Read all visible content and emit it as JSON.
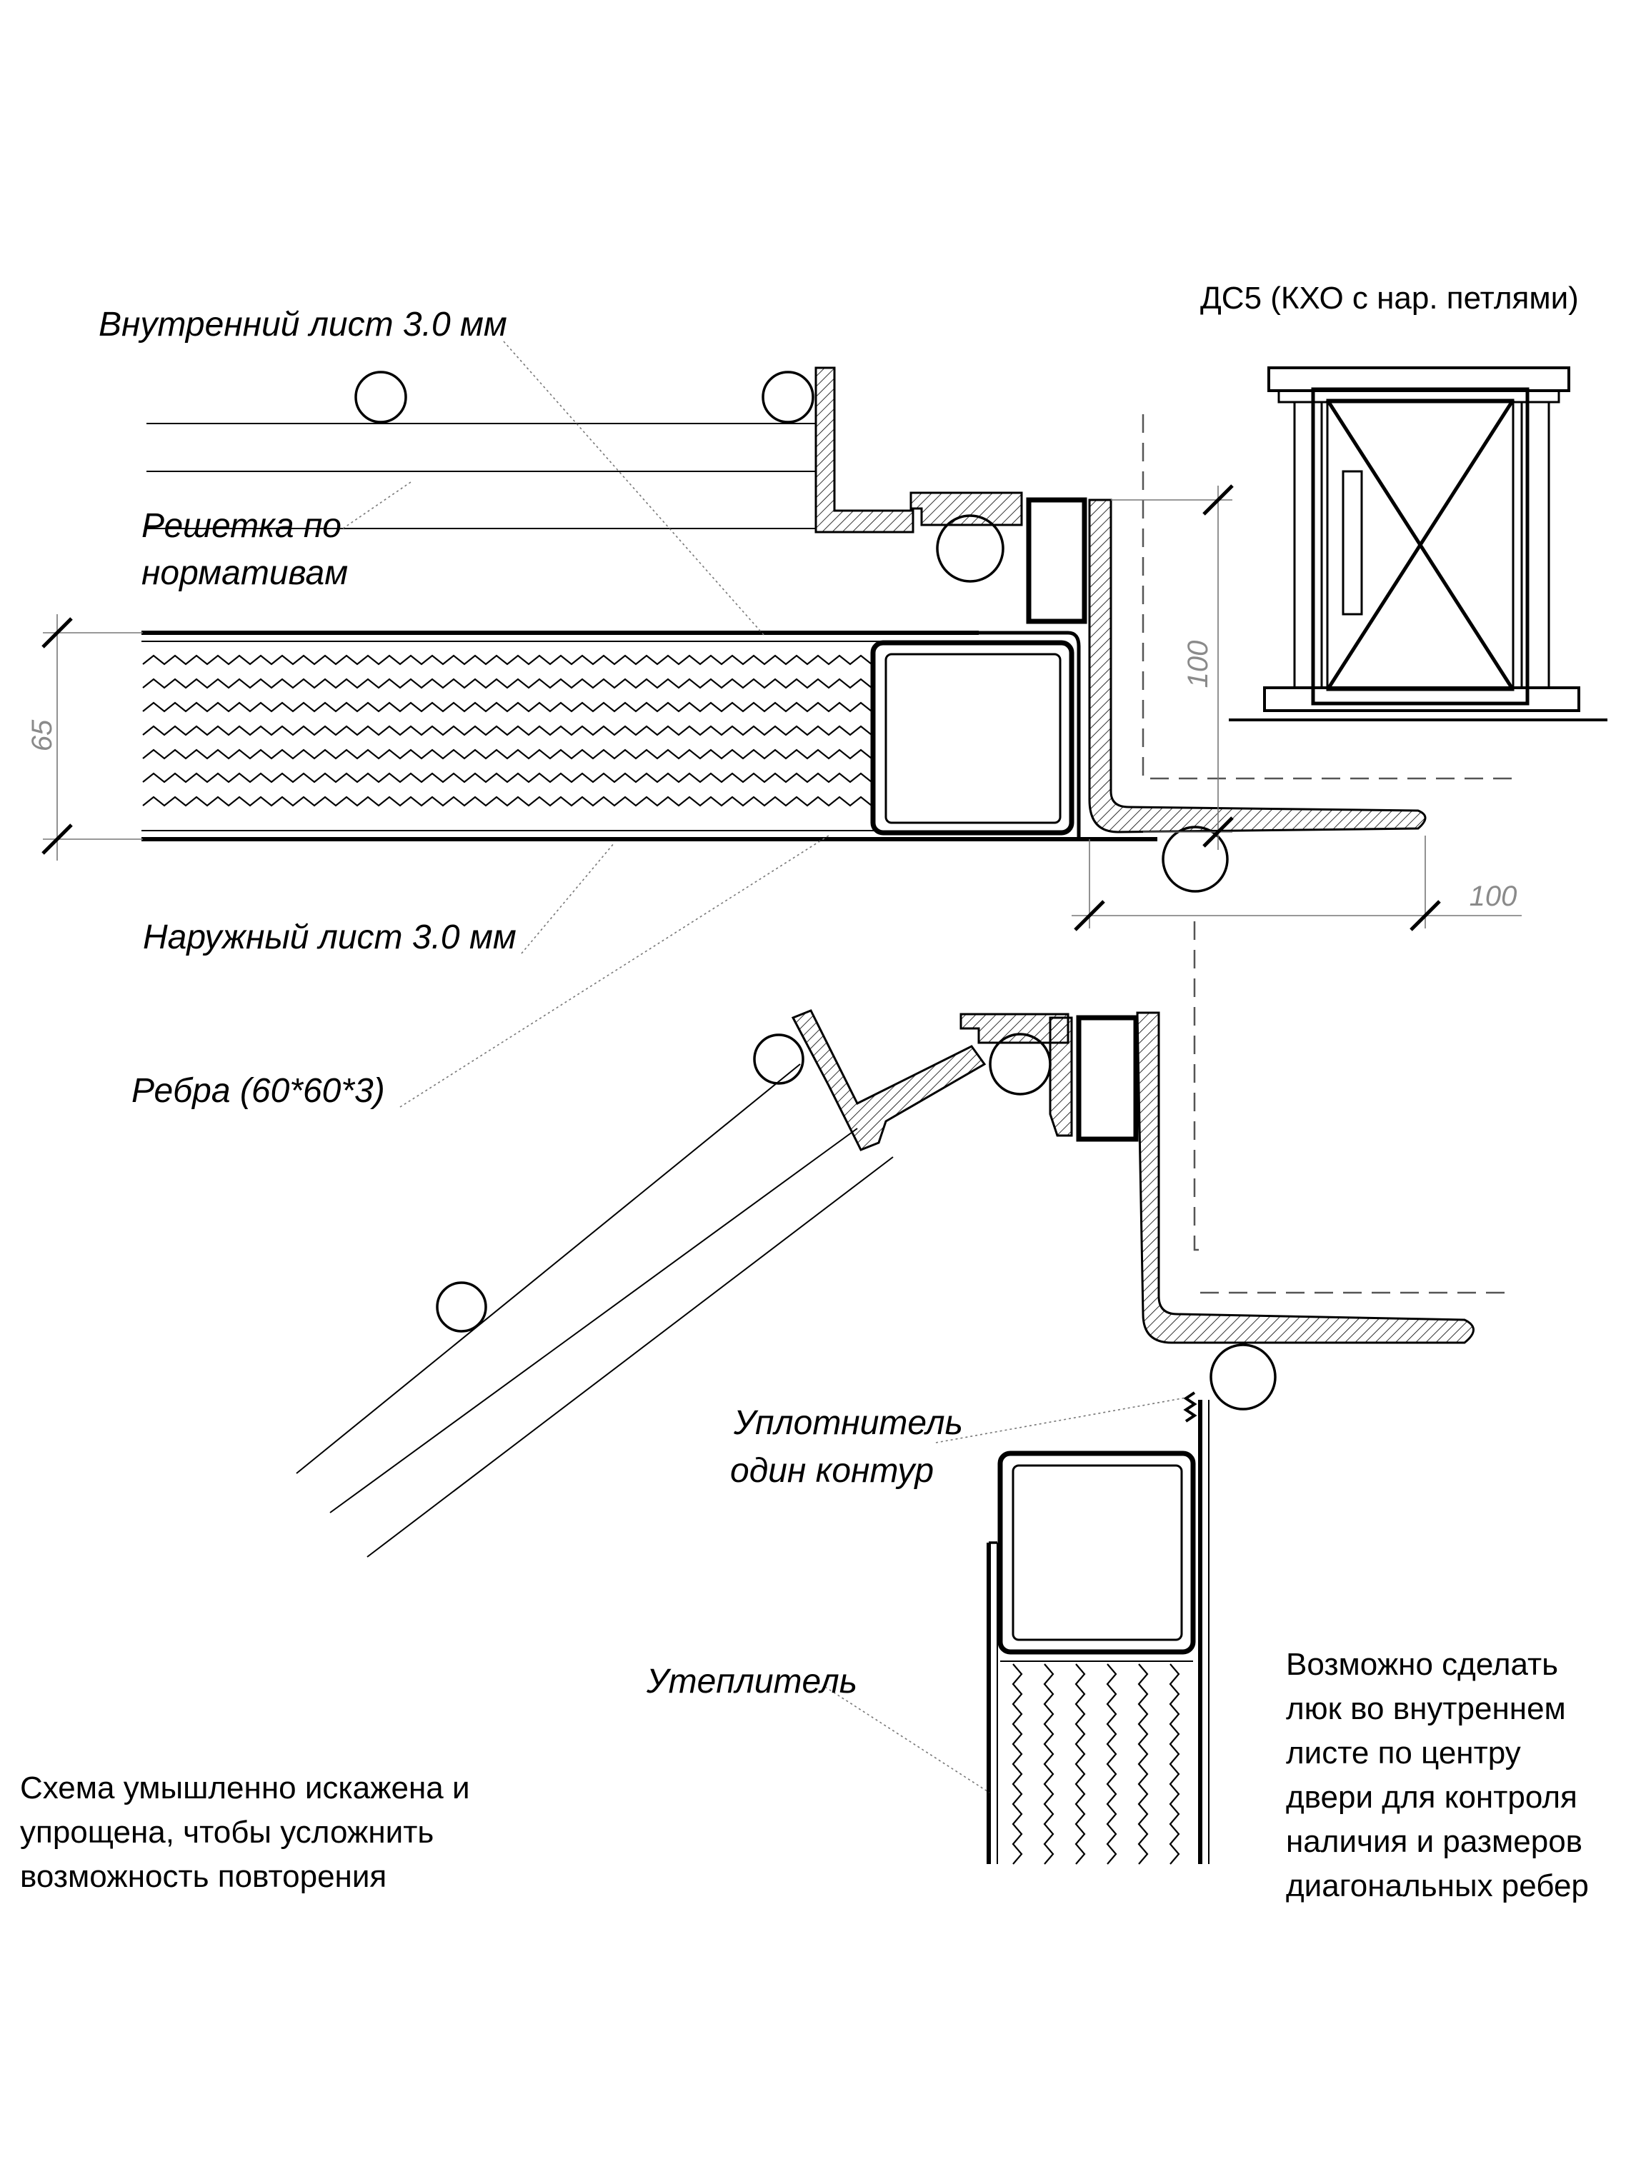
{
  "title": "ДС5 (КХО с нар. петлями)",
  "labels": {
    "inner_sheet": "Внутренний лист 3.0 мм",
    "grid_line1": "Решетка по",
    "grid_line2": "нормативам",
    "outer_sheet": "Наружный лист 3.0 мм",
    "ribs": "Ребра (60*60*3)",
    "seal_line1": "Уплотнитель",
    "seal_line2": "один контур",
    "insulation": "Утеплитель"
  },
  "dimensions": {
    "thickness": "65",
    "frame_height": "100",
    "frame_width": "100"
  },
  "notes": {
    "left": [
      "Схема умышленно искажена и",
      "упрощена, чтобы усложнить",
      "возможность повторения"
    ],
    "right": [
      "Возможно сделать",
      "люк во внутреннем",
      "листе по центру",
      "двери для контроля",
      "наличия и размеров",
      "диагональных ребер"
    ]
  }
}
